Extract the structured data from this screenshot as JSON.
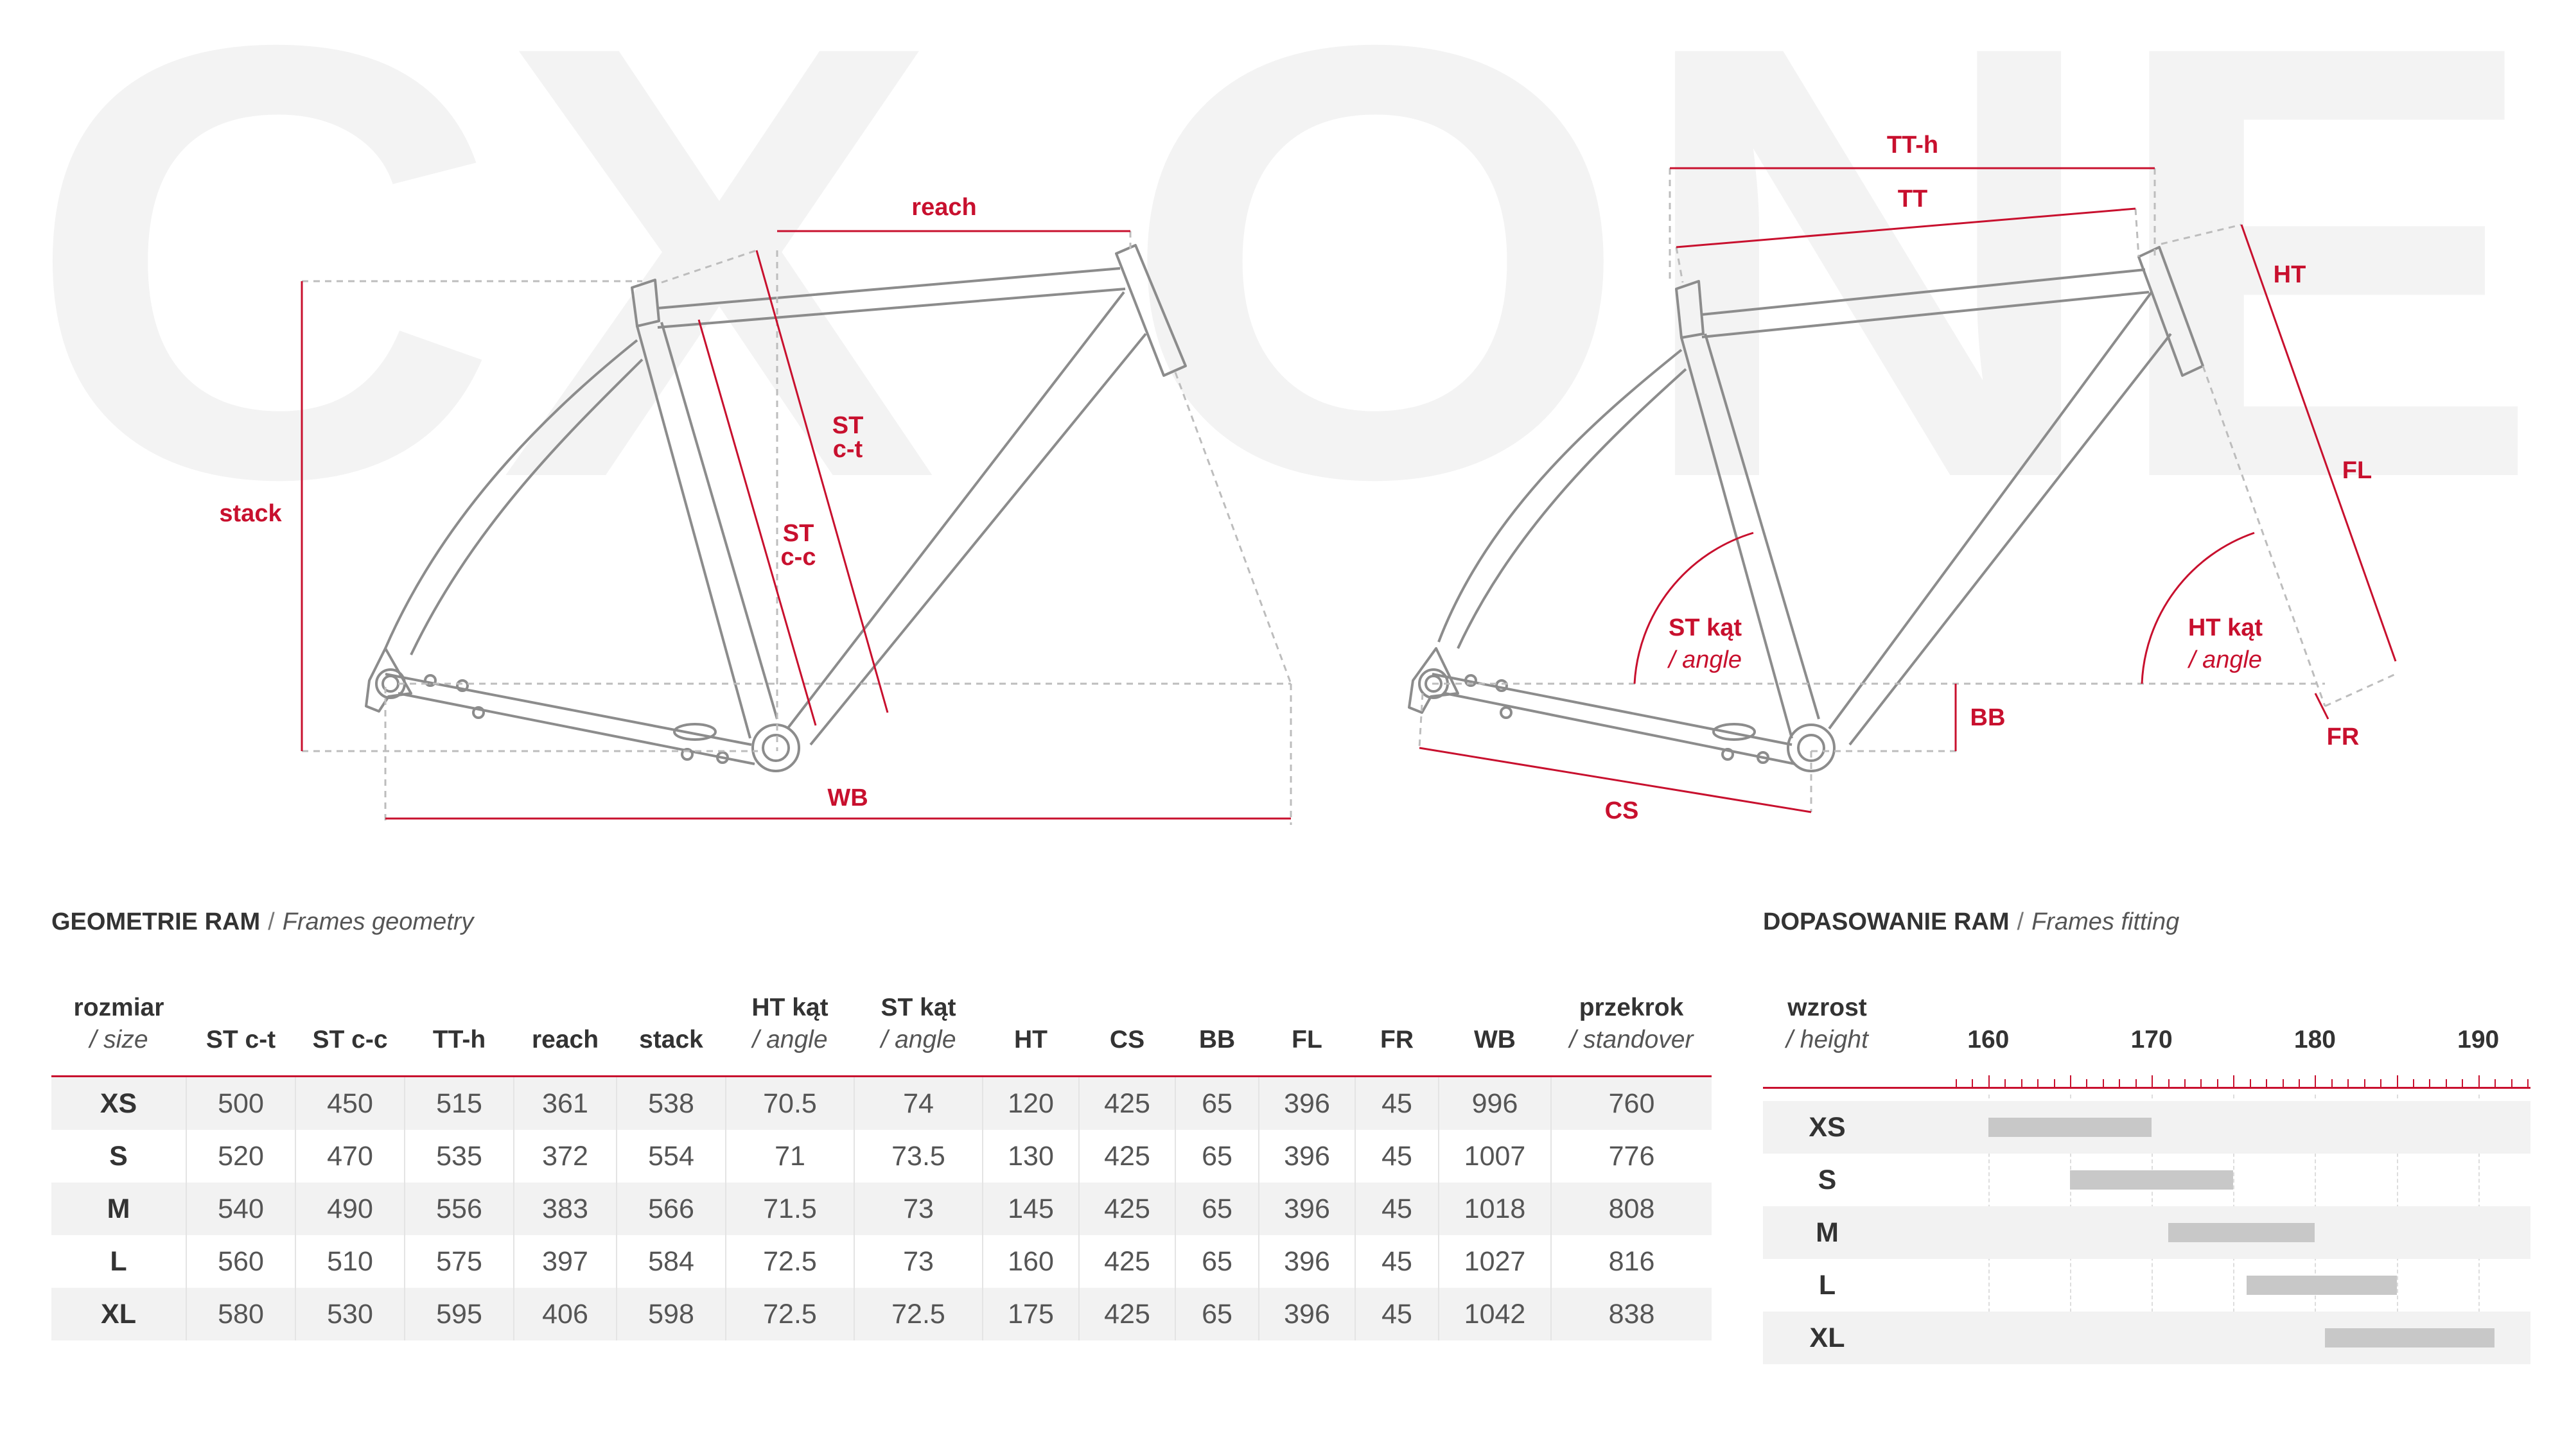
{
  "watermark": "CX ONE",
  "diagram_left": {
    "labels": {
      "reach": "reach",
      "stack": "stack",
      "st_ct": [
        "ST",
        "c-t"
      ],
      "st_cc": [
        "ST",
        "c-c"
      ],
      "wb": "WB"
    }
  },
  "diagram_right": {
    "labels": {
      "tth": "TT-h",
      "tt": "TT",
      "ht": "HT",
      "fl": "FL",
      "st_angle": [
        "ST kąt",
        "/ angle"
      ],
      "ht_angle": [
        "HT kąt",
        "/ angle"
      ],
      "bb": "BB",
      "fr": "FR",
      "cs": "CS"
    }
  },
  "geometry": {
    "title_pl": "GEOMETRIE RAM",
    "separator": "/",
    "title_en": "Frames geometry",
    "columns": [
      {
        "label": "rozmiar",
        "sub": "/ size"
      },
      {
        "label": "ST c-t",
        "sub": ""
      },
      {
        "label": "ST c-c",
        "sub": ""
      },
      {
        "label": "TT-h",
        "sub": ""
      },
      {
        "label": "reach",
        "sub": ""
      },
      {
        "label": "stack",
        "sub": ""
      },
      {
        "label": "HT kąt",
        "sub": "/ angle"
      },
      {
        "label": "ST kąt",
        "sub": "/ angle"
      },
      {
        "label": "HT",
        "sub": ""
      },
      {
        "label": "CS",
        "sub": ""
      },
      {
        "label": "BB",
        "sub": ""
      },
      {
        "label": "FL",
        "sub": ""
      },
      {
        "label": "FR",
        "sub": ""
      },
      {
        "label": "WB",
        "sub": ""
      },
      {
        "label": "przekrok",
        "sub": "/ standover"
      }
    ],
    "rows": [
      [
        "XS",
        "500",
        "450",
        "515",
        "361",
        "538",
        "70.5",
        "74",
        "120",
        "425",
        "65",
        "396",
        "45",
        "996",
        "760"
      ],
      [
        "S",
        "520",
        "470",
        "535",
        "372",
        "554",
        "71",
        "73.5",
        "130",
        "425",
        "65",
        "396",
        "45",
        "1007",
        "776"
      ],
      [
        "M",
        "540",
        "490",
        "556",
        "383",
        "566",
        "71.5",
        "73",
        "145",
        "425",
        "65",
        "396",
        "45",
        "1018",
        "808"
      ],
      [
        "L",
        "560",
        "510",
        "575",
        "397",
        "584",
        "72.5",
        "73",
        "160",
        "425",
        "65",
        "396",
        "45",
        "1027",
        "816"
      ],
      [
        "XL",
        "580",
        "530",
        "595",
        "406",
        "598",
        "72.5",
        "72.5",
        "175",
        "425",
        "65",
        "396",
        "45",
        "1042",
        "838"
      ]
    ]
  },
  "fitting": {
    "title_pl": "DOPASOWANIE RAM",
    "separator": "/",
    "title_en": "Frames fitting",
    "header": {
      "label": "wzrost",
      "sub": "/ height"
    },
    "scale_min": 158,
    "scale_max": 193,
    "ticks": [
      160,
      170,
      180,
      190
    ],
    "ranges": [
      {
        "size": "XS",
        "from": 160,
        "to": 170
      },
      {
        "size": "S",
        "from": 165,
        "to": 175
      },
      {
        "size": "M",
        "from": 171,
        "to": 180
      },
      {
        "size": "L",
        "from": 175.8,
        "to": 185
      },
      {
        "size": "XL",
        "from": 180.6,
        "to": 191
      }
    ]
  },
  "colors": {
    "accent": "#c8102e",
    "text": "#333333",
    "frame_line": "#999999",
    "bar": "#c8c8c8",
    "row_alt": "#f2f2f2"
  }
}
